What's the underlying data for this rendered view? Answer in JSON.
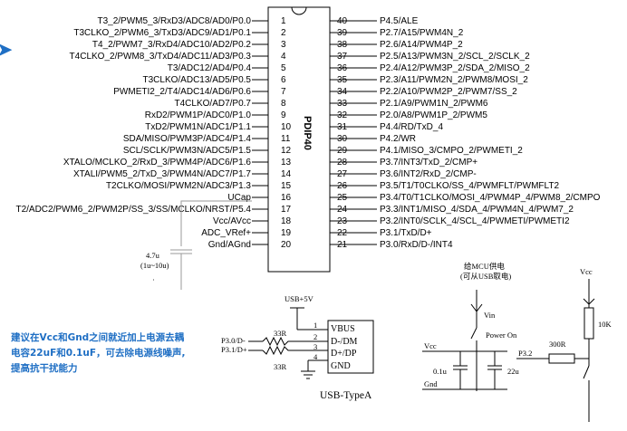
{
  "chip": {
    "package_label": "PDIP40",
    "left_pins": [
      {
        "num": "1",
        "label": "T3_2/PWM5_3/RxD3/ADC8/AD0/P0.0"
      },
      {
        "num": "2",
        "label": "T3CLKO_2/PWM6_3/TxD3/ADC9/AD1/P0.1"
      },
      {
        "num": "3",
        "label": "T4_2/PWM7_3/RxD4/ADC10/AD2/P0.2"
      },
      {
        "num": "4",
        "label": "T4CLKO_2/PWM8_3/TxD4/ADC11/AD3/P0.3"
      },
      {
        "num": "5",
        "label": "T3/ADC12/AD4/P0.4"
      },
      {
        "num": "6",
        "label": "T3CLKO/ADC13/AD5/P0.5"
      },
      {
        "num": "7",
        "label": "PWMETI2_2/T4/ADC14/AD6/P0.6"
      },
      {
        "num": "8",
        "label": "T4CLKO/AD7/P0.7"
      },
      {
        "num": "9",
        "label": "RxD2/PWM1P/ADC0/P1.0"
      },
      {
        "num": "10",
        "label": "TxD2/PWM1N/ADC1/P1.1"
      },
      {
        "num": "11",
        "label": "SDA/MISO/PWM3P/ADC4/P1.4"
      },
      {
        "num": "12",
        "label": "SCL/SCLK/PWM3N/ADC5/P1.5"
      },
      {
        "num": "13",
        "label": "XTALO/MCLKO_2/RxD_3/PWM4P/ADC6/P1.6"
      },
      {
        "num": "14",
        "label": "XTALI/PWM5_2/TxD_3/PWM4N/ADC7/P1.7"
      },
      {
        "num": "15",
        "label": "T2CLKO/MOSI/PWM2N/ADC3/P1.3"
      },
      {
        "num": "16",
        "label": "UCap"
      },
      {
        "num": "17",
        "label": "T2/ADC2/PWM6_2/PWM2P/SS_3/SS/MCLKO/NRST/P5.4"
      },
      {
        "num": "18",
        "label": "Vcc/AVcc"
      },
      {
        "num": "19",
        "label": "ADC_VRef+"
      },
      {
        "num": "20",
        "label": "Gnd/AGnd"
      }
    ],
    "right_pins": [
      {
        "num": "40",
        "label": "P4.5/ALE"
      },
      {
        "num": "39",
        "label": "P2.7/A15/PWM4N_2"
      },
      {
        "num": "38",
        "label": "P2.6/A14/PWM4P_2"
      },
      {
        "num": "37",
        "label": "P2.5/A13/PWM3N_2/SCL_2/SCLK_2"
      },
      {
        "num": "36",
        "label": "P2.4/A12/PWM3P_2/SDA_2/MISO_2"
      },
      {
        "num": "35",
        "label": "P2.3/A11/PWM2N_2/PWM8/MOSI_2"
      },
      {
        "num": "34",
        "label": "P2.2/A10/PWM2P_2/PWM7/SS_2"
      },
      {
        "num": "33",
        "label": "P2.1/A9/PWM1N_2/PWM6"
      },
      {
        "num": "32",
        "label": "P2.0/A8/PWM1P_2/PWM5"
      },
      {
        "num": "31",
        "label": "P4.4/RD/TxD_4"
      },
      {
        "num": "30",
        "label": "P4.2/WR"
      },
      {
        "num": "29",
        "label": "P4.1/MISO_3/CMPO_2/PWMETI_2"
      },
      {
        "num": "28",
        "label": "P3.7/INT3/TxD_2/CMP+"
      },
      {
        "num": "27",
        "label": "P3.6/INT2/RxD_2/CMP-"
      },
      {
        "num": "26",
        "label": "P3.5/T1/T0CLKO/SS_4/PWMFLT/PWMFLT2"
      },
      {
        "num": "25",
        "label": "P3.4/T0/T1CLKO/MOSI_4/PWM4P_4/PWM8_2/CMPO"
      },
      {
        "num": "24",
        "label": "P3.3/INT1/MISO_4/SDA_4/PWM4N_4/PWM7_2"
      },
      {
        "num": "23",
        "label": "P3.2/INT0/SCLK_4/SCL_4/PWMETI/PWMETI2"
      },
      {
        "num": "22",
        "label": "P3.1/TxD/D+"
      },
      {
        "num": "21",
        "label": "P3.0/RxD/D-/INT4"
      }
    ]
  },
  "ucap_cap": {
    "value": "4.7u",
    "range": "(1u~10u)"
  },
  "note": {
    "line1": "建议在Vcc和Gnd之间就近加上电源去耦",
    "line2": "电容22uF和0.1uF，可去除电源线噪声,",
    "line3": "提高抗干扰能力"
  },
  "usb": {
    "supply_label": "USB+5V",
    "net_p30": "P3.0/D-",
    "net_p31": "P3.1/D+",
    "resistor_top": "33R",
    "resistor_bottom": "33R",
    "pin1": "1",
    "pin2": "2",
    "pin3": "3",
    "pin4": "4",
    "pin_vbus": "VBUS",
    "pin_dm": "D-/DM",
    "pin_dp": "D+/DP",
    "pin_gnd": "GND",
    "connector_name": "USB-TypeA"
  },
  "power": {
    "title1": "给MCU供电",
    "title2": "(可从USB取电)",
    "vin_label": "Vin",
    "power_on_label": "Power On",
    "vcc_label": "Vcc",
    "gnd_label": "Gnd",
    "cap_small": "0.1u",
    "cap_large": "22u"
  },
  "reset": {
    "vcc_label": "Vcc",
    "pullup_resistor": "10K",
    "series_resistor": "300R",
    "net_label": "P3.2"
  }
}
